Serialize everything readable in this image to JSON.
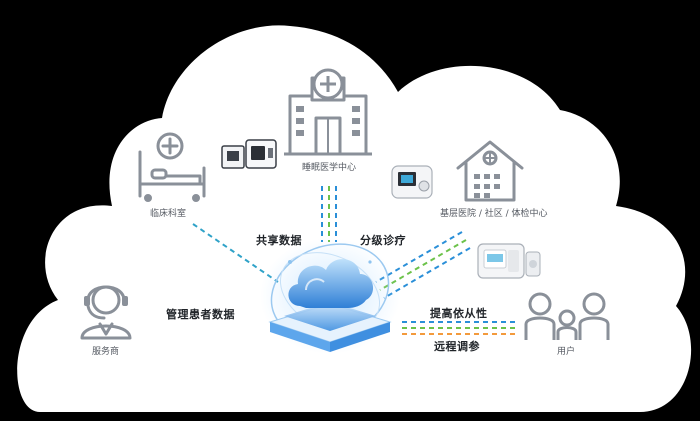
{
  "nodes": {
    "clinical_ward": "临床科室",
    "sleep_center": "睡眠医学中心",
    "primary_care": "基层医院 / 社区 / 体检中心",
    "service_provider": "服务商",
    "user": "用户"
  },
  "flows": {
    "shared_data": "共享数据",
    "tiered_care": "分级诊疗",
    "manage_patient_data": "管理患者数据",
    "improve_compliance": "提高依从性",
    "remote_titration": "远程调参"
  },
  "colors": {
    "background": "#000000",
    "cloud": "#ffffff",
    "icon_gray": "#8a9099",
    "dash_blue": "#2a8fd8",
    "dash_green": "#6cc24a",
    "dash_orange": "#f39a3c",
    "hub_blue": "#3a8ee6"
  },
  "icons": {
    "hospital": "hospital-icon",
    "sickbed": "hospital-bed-icon",
    "clinic": "clinic-house-icon",
    "headset": "headset-person-icon",
    "family": "family-icon",
    "cloud_hub": "cloud-platform-icon"
  }
}
